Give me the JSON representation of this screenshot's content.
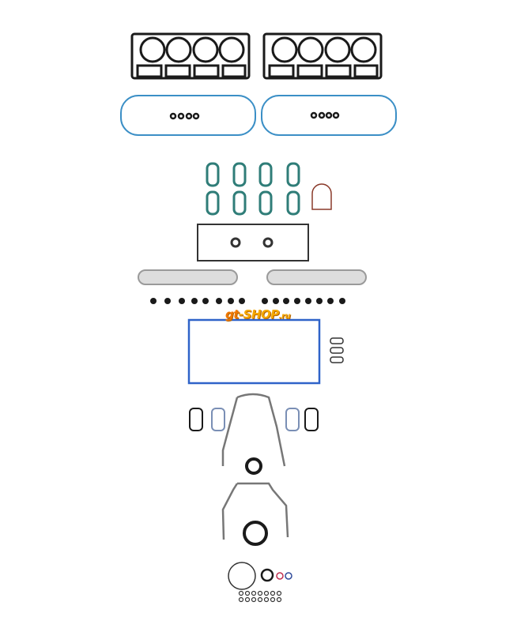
{
  "image": {
    "description": "Full engine gasket set product photo",
    "watermark": {
      "prefix": "gt",
      "main": "-SHOP",
      "suffix": ".ru"
    },
    "colors": {
      "head_gasket": "#1a1a1a",
      "valve_cover": "#3b8fc6",
      "intake": "#2f7d78",
      "exhaust": "#9a9a9a",
      "oil_pan": "#2f63c9",
      "throttle": "#8a3a2a",
      "watermark": "#f5a800"
    }
  }
}
